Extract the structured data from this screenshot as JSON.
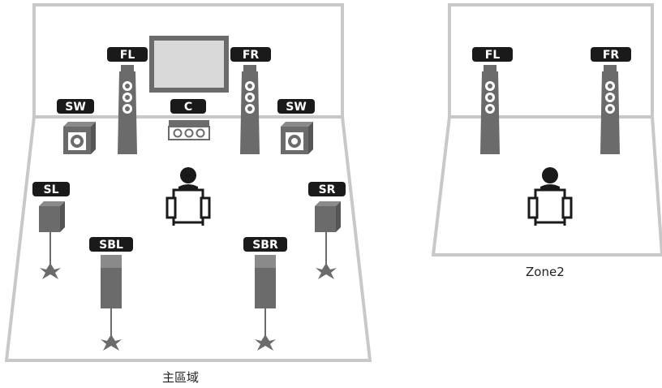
{
  "main_room": {
    "caption": "主區域",
    "speakers": {
      "fl": "FL",
      "fr": "FR",
      "c": "C",
      "sw_left": "SW",
      "sw_right": "SW",
      "sl": "SL",
      "sr": "SR",
      "sbl": "SBL",
      "sbr": "SBR"
    }
  },
  "zone2": {
    "caption": "Zone2",
    "speakers": {
      "fl": "FL",
      "fr": "FR"
    }
  },
  "colors": {
    "room_line": "#c8c8c8",
    "speaker": "#6b6b6b",
    "label_bg": "#1a1a1a",
    "tv_fill": "#d9d9d9"
  }
}
